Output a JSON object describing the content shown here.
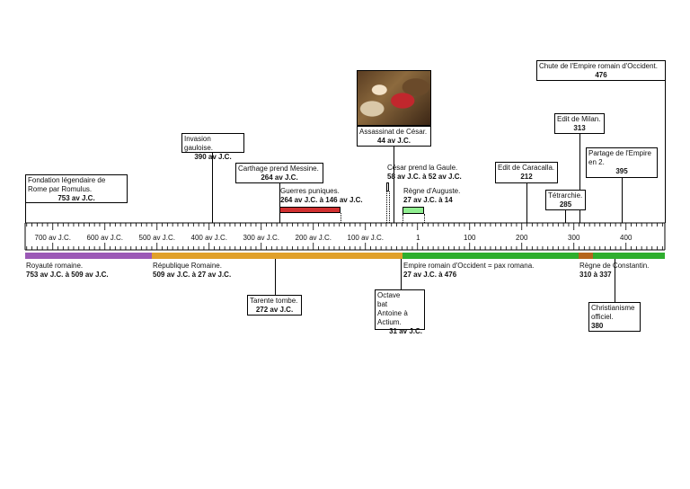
{
  "axis_labels": [
    "700 av J.C.",
    "600 av J.C.",
    "500 av J.C.",
    "400 av J.C.",
    "300 av J.C.",
    "200 av J.C.",
    "100 av J.C.",
    "1",
    "100",
    "200",
    "300",
    "400"
  ],
  "events": {
    "fondation": {
      "label": "Fondation légendaire de Rome par Romulus.",
      "date": "753 av J.C."
    },
    "invasion": {
      "label": "Invasion gauloise.",
      "date": "390 av J.C."
    },
    "carthage": {
      "label": "Carthage prend Messine.",
      "date": "264 av J.C."
    },
    "guerres": {
      "label": "Guerres puniques.",
      "date": "264 av J.C. à 146 av J.C."
    },
    "assassinat": {
      "label": "Assassinat de César.",
      "date": "44 av J.C."
    },
    "cesar_gaule": {
      "label": "César prend la Gaule.",
      "date": "58 av J.C. à 52 av J.C."
    },
    "auguste": {
      "label": "Règne d'Auguste.",
      "date": "27 av J.C. à 14"
    },
    "caracalla": {
      "label": "Edit de Caracalla.",
      "date": "212"
    },
    "milan": {
      "label": "Edit de Milan.",
      "date": "313"
    },
    "tetrarchie": {
      "label": "Tétrarchie.",
      "date": "285"
    },
    "partage": {
      "label": "Partage de l'Empire en 2.",
      "date": "395"
    },
    "chute": {
      "label": "Chute de l'Empire romain d'Occident.",
      "date": "476"
    },
    "tarente": {
      "label": "Tarente tombe.",
      "date": "272 av J.C."
    },
    "octave": {
      "label": "Octave bat Antoine à Actium.",
      "date": "31 av J.C."
    },
    "christianisme": {
      "label": "Christianisme officiel.",
      "date": "380"
    }
  },
  "periods": {
    "royaute": {
      "label": "Royauté romaine.",
      "date": "753 av J.C. à 509 av J.C.",
      "color": "#9b59b6"
    },
    "republique": {
      "label": "République Romaine.",
      "date": "509 av J.C. à 27 av J.C.",
      "color": "#e0a02a"
    },
    "empire": {
      "label": "Empire romain d'Occident = pax romana.",
      "date": "27 av J.C. à 476",
      "color": "#2eae2e"
    },
    "constantin": {
      "label": "Règne de Constantin.",
      "date": "310 à 337",
      "color": "#b5651d"
    }
  },
  "colors": {
    "guerres_bar": "#d03030",
    "auguste_bar": "#90ee90"
  }
}
